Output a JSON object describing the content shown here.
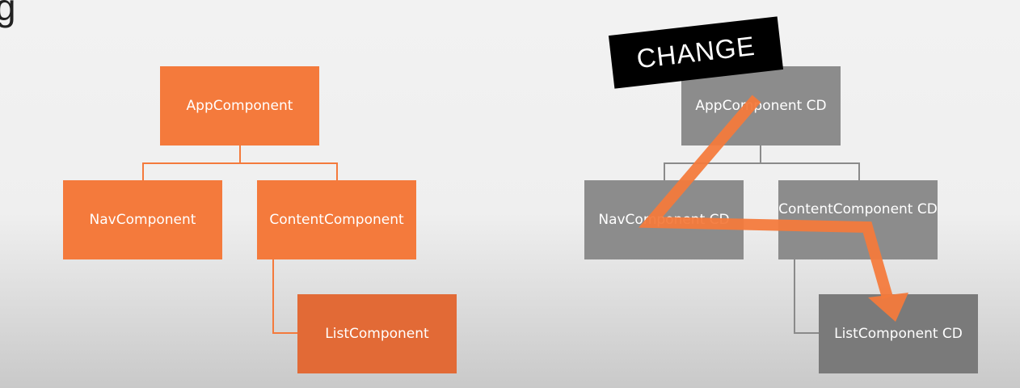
{
  "slide": {
    "title_fragment": "g"
  },
  "left_tree": {
    "root": "AppComponent",
    "children": [
      "NavComponent",
      "ContentComponent"
    ],
    "grandchild": "ListComponent"
  },
  "right_tree": {
    "change_label": "CHANGE",
    "root": "AppComponent CD",
    "children": [
      "NavComponent CD",
      "ContentComponent CD"
    ],
    "grandchild": "ListComponent CD"
  },
  "colors": {
    "component_box": "#f47a3c",
    "cd_box": "#8c8c8c",
    "arrow": "#f47a3c",
    "change_tag": "#000000"
  }
}
